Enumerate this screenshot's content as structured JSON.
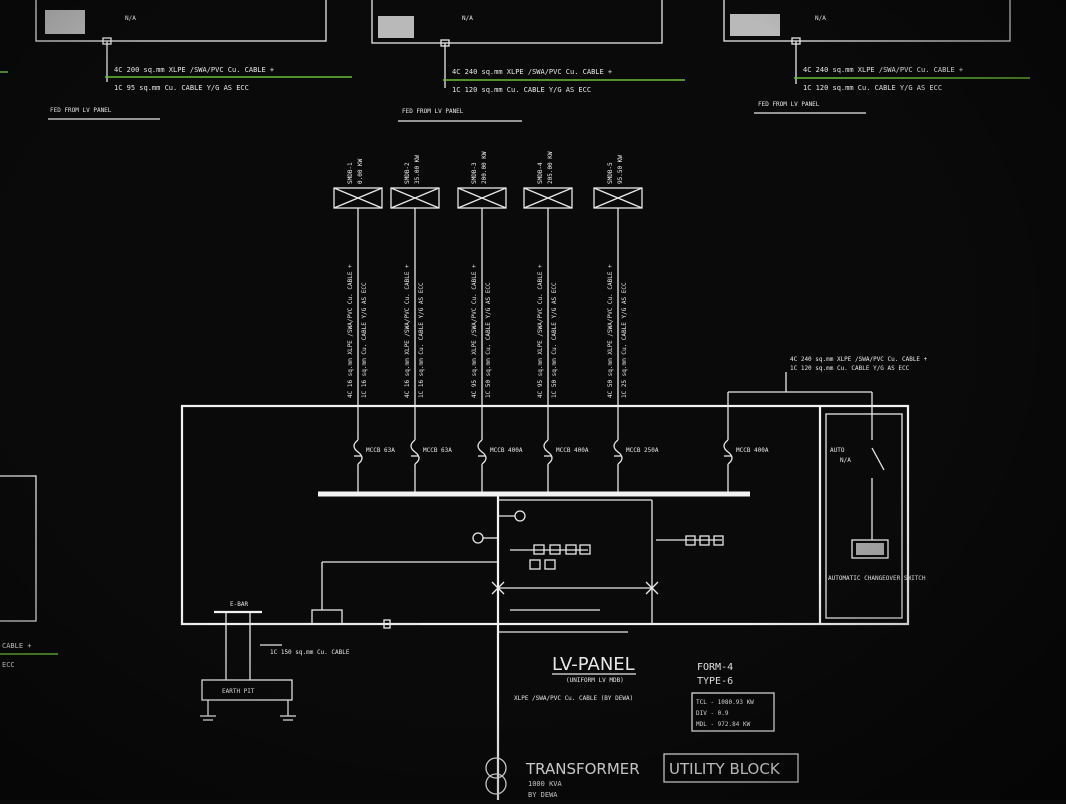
{
  "top_feeders": [
    {
      "status": "N/A",
      "cable_4c": "4C 200 sq.mm XLPE /SWA/PVC Cu. CABLE +",
      "cable_1c": "1C 95 sq.mm Cu. CABLE Y/G AS ECC",
      "fed_from": "FED FROM LV PANEL"
    },
    {
      "status": "N/A",
      "cable_4c": "4C 240 sq.mm XLPE /SWA/PVC Cu. CABLE +",
      "cable_1c": "1C 120 sq.mm Cu. CABLE Y/G AS ECC",
      "fed_from": "FED FROM LV PANEL"
    },
    {
      "status": "N/A",
      "cable_4c": "4C 240 sq.mm XLPE /SWA/PVC Cu. CABLE +",
      "cable_1c": "1C 120 sq.mm Cu. CABLE Y/G AS ECC",
      "fed_from": "FED FROM LV PANEL"
    }
  ],
  "left_edge": {
    "cable": "CABLE +",
    "ecc": "ECC"
  },
  "smdb": [
    {
      "name": "SMDB-1",
      "load": "0.00 KW",
      "cable": "4C 16 sq.mm XLPE /SWA/PVC Cu. CABLE +",
      "ecc": "1C 16 sq.mm Cu. CABLE Y/G AS ECC"
    },
    {
      "name": "SMDB-2",
      "load": "35.00 KW",
      "cable": "4C 16 sq.mm XLPE /SWA/PVC Cu. CABLE +",
      "ecc": "1C 16 sq.mm Cu. CABLE Y/G AS ECC"
    },
    {
      "name": "SMDB-3",
      "load": "200.00 KW",
      "cable": "4C 95 sq.mm XLPE /SWA/PVC Cu. CABLE +",
      "ecc": "1C 50 sq.mm Cu. CABLE Y/G AS ECC"
    },
    {
      "name": "SMDB-4",
      "load": "205.00 KW",
      "cable": "4C 95 sq.mm XLPE /SWA/PVC Cu. CABLE +",
      "ecc": "1C 50 sq.mm Cu. CABLE Y/G AS ECC"
    },
    {
      "name": "SMDB-5",
      "load": "95.50 KW",
      "cable": "4C 50 sq.mm XLPE /SWA/PVC Cu. CABLE +",
      "ecc": "1C 25 sq.mm Cu. CABLE Y/G AS ECC"
    }
  ],
  "breakers": [
    "MCCB 63A",
    "MCCB 63A",
    "MCCB 400A",
    "MCCB 400A",
    "MCCB 250A",
    "MCCB 400A"
  ],
  "right_cable": {
    "line1": "4C 240 sq.mm XLPE /SWA/PVC Cu. CABLE +",
    "line2": "1C 120 sq.mm Cu. CABLE Y/G AS ECC"
  },
  "auto_panel": {
    "label1": "AUTO",
    "label2": "N/A",
    "note": "AUTOMATIC CHANGEOVER SWITCH"
  },
  "ebar": {
    "label": "E-BAR",
    "cable": "1C 150 sq.mm Cu. CABLE",
    "pit": "EARTH PIT"
  },
  "lv_panel": {
    "title": "LV-PANEL",
    "subtitle": "(UNIFORM LV MDB)"
  },
  "form": {
    "line1": "FORM-4",
    "line2": "TYPE-6"
  },
  "load_box": {
    "tcl": "TCL - 1080.93 KW",
    "div": "DIV - 0.9",
    "mdl": "MDL - 972.84 KW"
  },
  "incoming_cable": "XLPE /SWA/PVC Cu. CABLE (BY DEWA)",
  "transformer": {
    "title": "TRANSFORMER",
    "rating": "1000 KVA",
    "by": "BY DEWA"
  },
  "utility_block": "UTILITY BLOCK"
}
